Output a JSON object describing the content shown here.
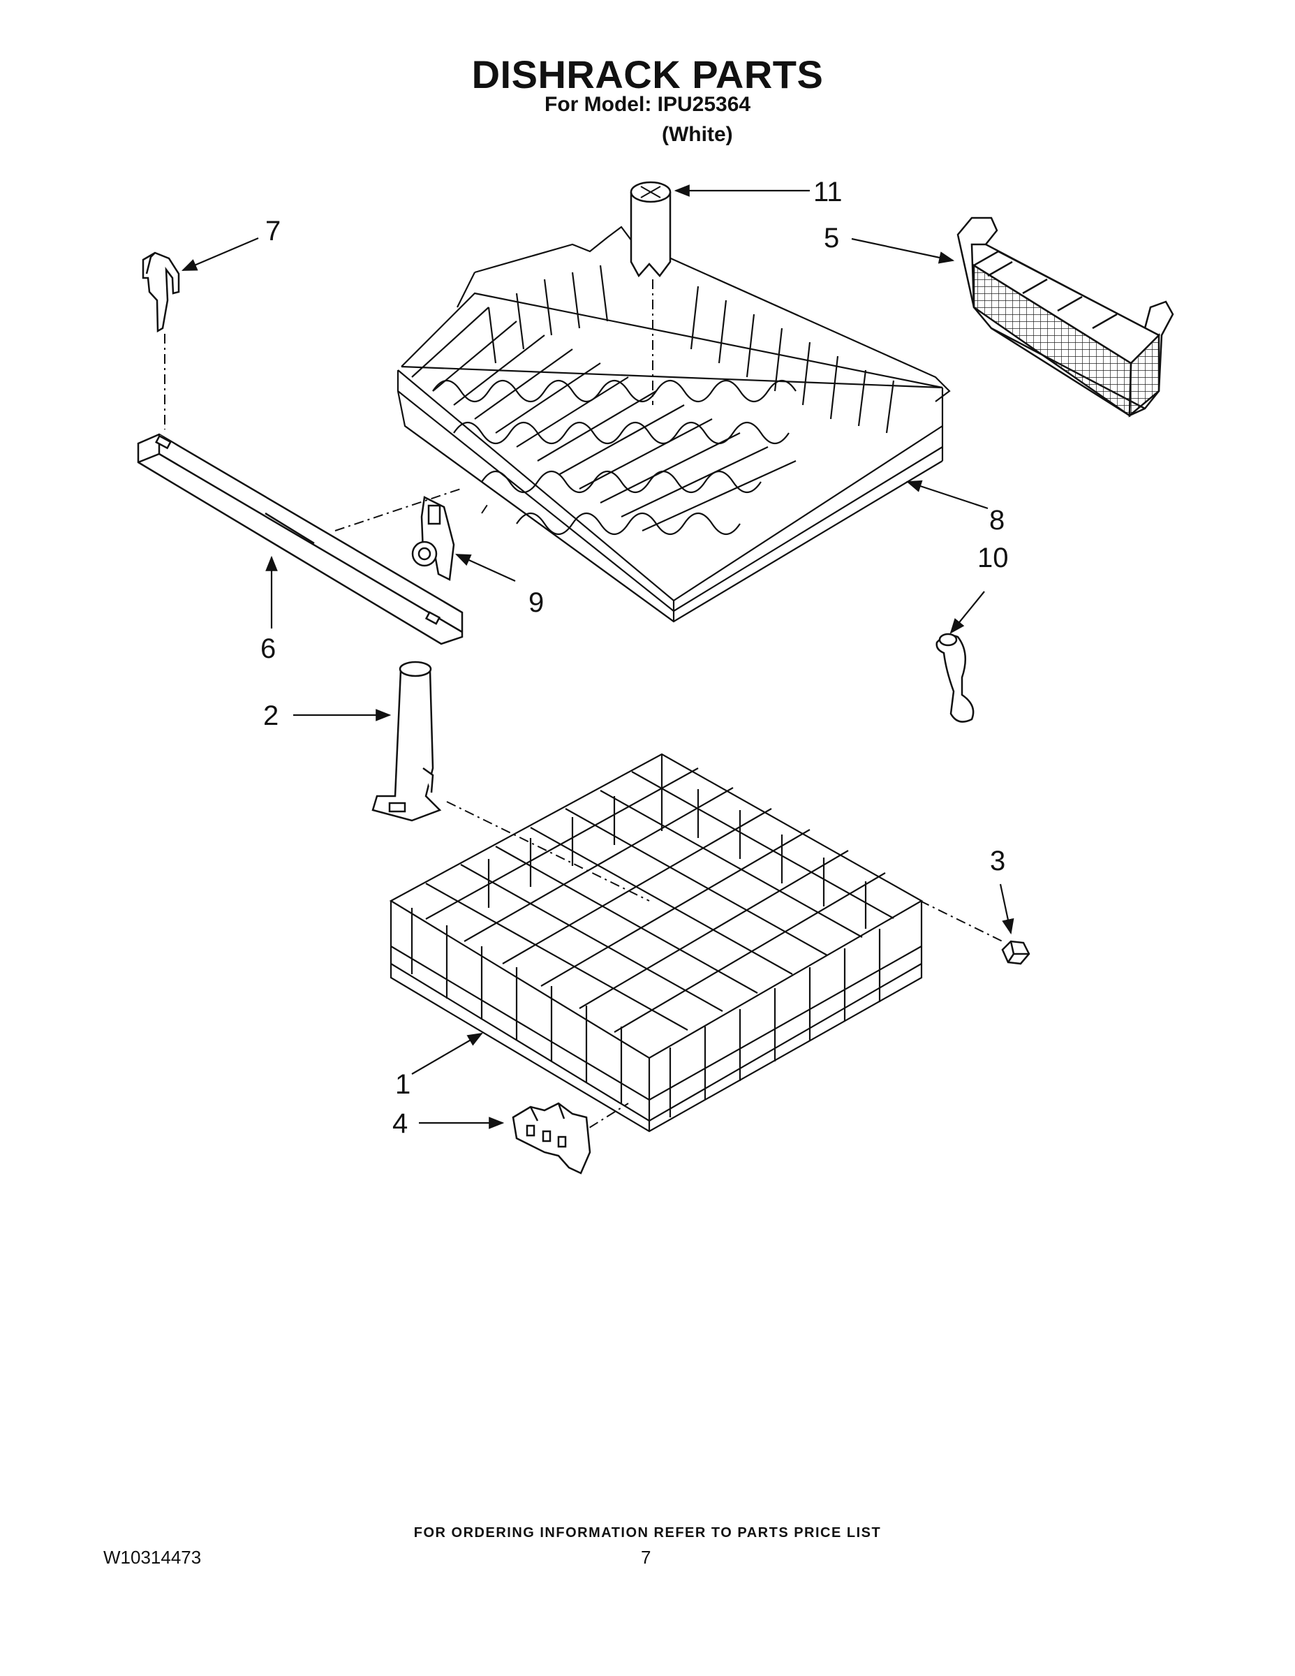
{
  "header": {
    "title": "DISHRACK PARTS",
    "model_line": "For Model: IPU25364",
    "variant": "(White)"
  },
  "callouts": [
    "1",
    "2",
    "3",
    "4",
    "5",
    "6",
    "7",
    "8",
    "9",
    "10",
    "11"
  ],
  "footer": {
    "ordering_note": "FOR ORDERING INFORMATION REFER TO PARTS PRICE LIST",
    "doc_number": "W10314473",
    "page_number": "7"
  }
}
